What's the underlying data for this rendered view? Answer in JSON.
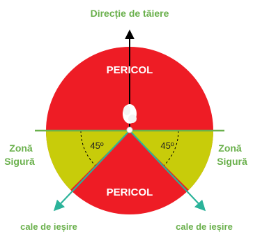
{
  "diagram": {
    "direction_label": "Direcție de tăiere",
    "danger_top_label": "PERICOL",
    "danger_bottom_label": "PERICOL",
    "safe_zone_left": {
      "line1": "Zonă",
      "line2": "Sigură"
    },
    "safe_zone_right": {
      "line1": "Zonă",
      "line2": "Sigură"
    },
    "angle_left": "45º",
    "angle_right": "45º",
    "exit_left": "cale de ieșire",
    "exit_right": "cale de ieșire"
  },
  "colors": {
    "danger": "#ee1c25",
    "safe": "#c8cc0a",
    "label_green": "#6ab04c",
    "exit_arrow": "#2bb39a",
    "axis": "#000000"
  }
}
